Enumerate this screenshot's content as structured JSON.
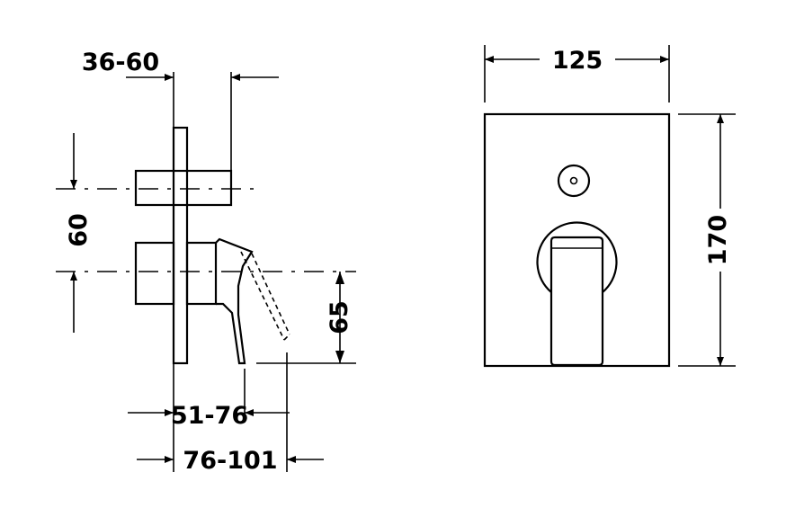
{
  "side_view": {
    "dim_wall_depth": "36-60",
    "dim_vertical_spacing": "60",
    "dim_lever_height": "65",
    "dim_projection_short": "51-76",
    "dim_projection_long": "76-101"
  },
  "front_view": {
    "dim_width": "125",
    "dim_height": "170"
  }
}
